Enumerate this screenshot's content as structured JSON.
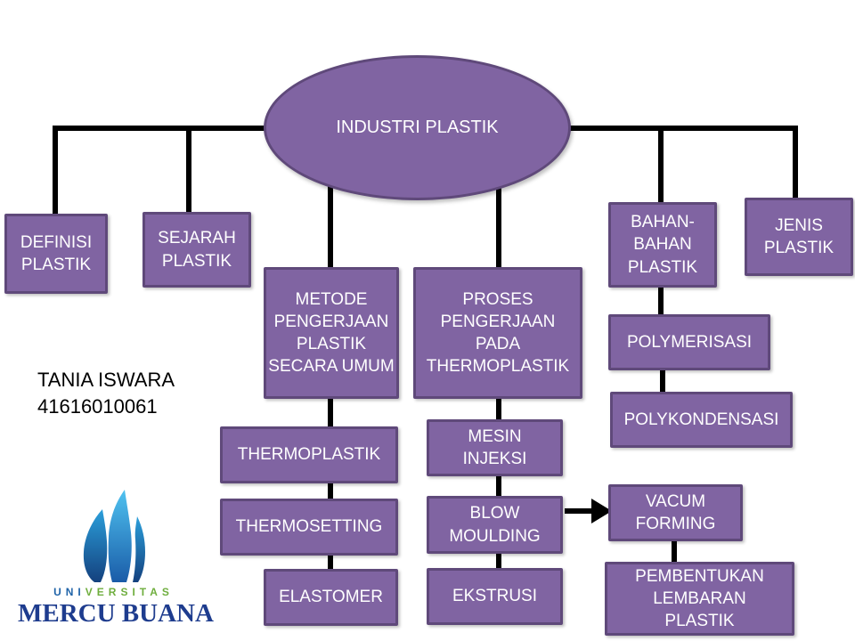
{
  "colors": {
    "node_fill": "#8064A2",
    "node_border": "#5F497A",
    "node_text": "#FFFFFF",
    "connector": "#000000",
    "body_text": "#000000",
    "logo_blue": "#1F63A8",
    "logo_green": "#6FAE3E",
    "logo_navy": "#1E3C8E"
  },
  "root": {
    "id": "industri-plastik",
    "label": "INDUSTRI PLASTIK"
  },
  "nodes": [
    {
      "id": "definisi-plastik",
      "label": "DEFINISI PLASTIK"
    },
    {
      "id": "sejarah-plastik",
      "label": "SEJARAH PLASTIK"
    },
    {
      "id": "metode-pengerjaan",
      "label": "METODE PENGERJAAN PLASTIK SECARA UMUM"
    },
    {
      "id": "proses-pengerjaan",
      "label": "PROSES PENGERJAAN PADA THERMOPLASTIK"
    },
    {
      "id": "bahan-bahan-plastik",
      "label": "BAHAN-BAHAN PLASTIK"
    },
    {
      "id": "jenis-plastik",
      "label": "JENIS PLASTIK"
    },
    {
      "id": "polymerisasi",
      "label": "POLYMERISASI"
    },
    {
      "id": "polykondensasi",
      "label": "POLYKONDENSASI"
    },
    {
      "id": "thermoplastik",
      "label": "THERMOPLASTIK"
    },
    {
      "id": "thermosetting",
      "label": "THERMOSETTING"
    },
    {
      "id": "elastomer",
      "label": "ELASTOMER"
    },
    {
      "id": "mesin-injeksi",
      "label": "MESIN INJEKSI"
    },
    {
      "id": "blow-moulding",
      "label": "BLOW MOULDING"
    },
    {
      "id": "ekstrusi",
      "label": "EKSTRUSI"
    },
    {
      "id": "vacum-forming",
      "label": "VACUM FORMING"
    },
    {
      "id": "pembentukan-lembaran",
      "label": "PEMBENTUKAN LEMBARAN PLASTIK"
    }
  ],
  "edges": [
    [
      "industri-plastik",
      "definisi-plastik"
    ],
    [
      "industri-plastik",
      "sejarah-plastik"
    ],
    [
      "industri-plastik",
      "metode-pengerjaan"
    ],
    [
      "industri-plastik",
      "proses-pengerjaan"
    ],
    [
      "industri-plastik",
      "bahan-bahan-plastik"
    ],
    [
      "industri-plastik",
      "jenis-plastik"
    ],
    [
      "metode-pengerjaan",
      "thermoplastik"
    ],
    [
      "thermoplastik",
      "thermosetting"
    ],
    [
      "thermosetting",
      "elastomer"
    ],
    [
      "proses-pengerjaan",
      "mesin-injeksi"
    ],
    [
      "mesin-injeksi",
      "blow-moulding"
    ],
    [
      "blow-moulding",
      "ekstrusi"
    ],
    [
      "blow-moulding",
      "vacum-forming"
    ],
    [
      "vacum-forming",
      "pembentukan-lembaran"
    ],
    [
      "bahan-bahan-plastik",
      "polymerisasi"
    ],
    [
      "polymerisasi",
      "polykondensasi"
    ]
  ],
  "author": {
    "name": "TANIA ISWARA",
    "id_number": "41616010061"
  },
  "logo": {
    "label_prefix": "UNI",
    "label_suffix": "VERSITAS",
    "university_name": "MERCU BUANA"
  }
}
